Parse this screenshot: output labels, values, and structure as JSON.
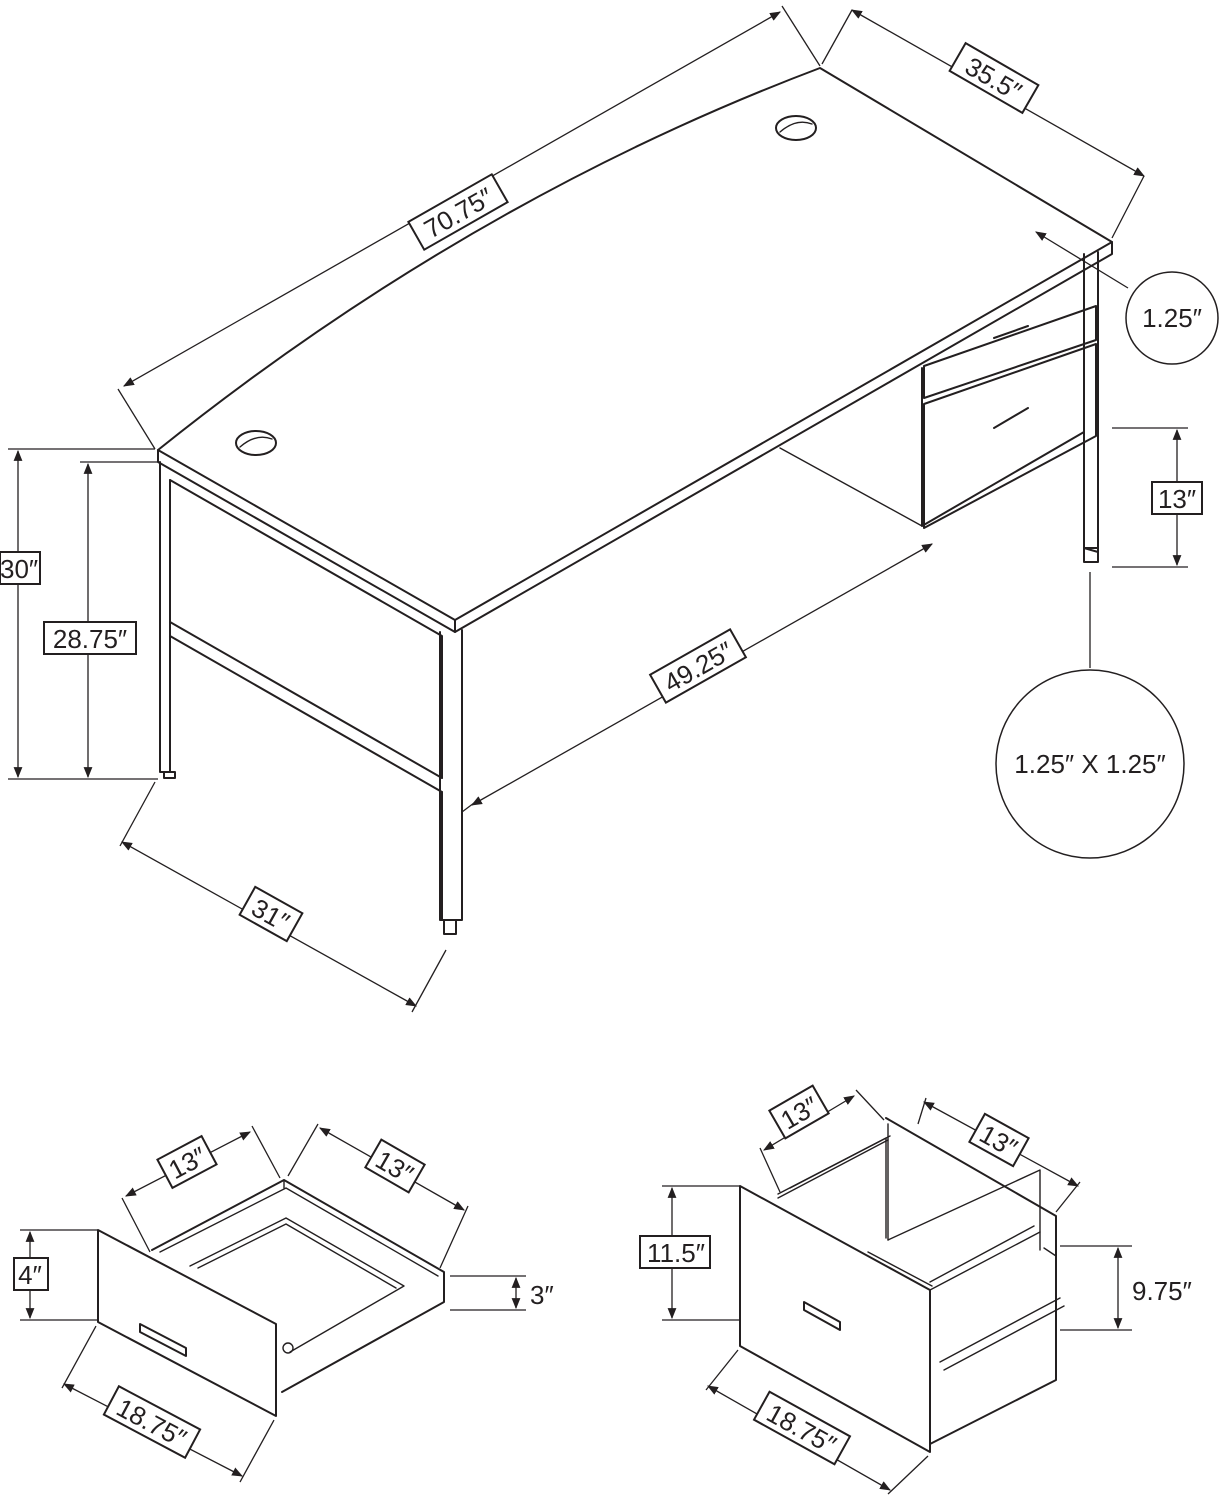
{
  "desk": {
    "width_top": "70.75″",
    "depth_top": "35.5″",
    "top_thickness": "1.25″",
    "height_total": "30″",
    "height_clearance": "28.75″",
    "knee_width": "49.25″",
    "side_depth": "31″",
    "drawer_gap": "13″",
    "leg_section": "1.25″ X 1.25″"
  },
  "small_drawer": {
    "depth_a": "13″",
    "width_b": "13″",
    "front_height": "4″",
    "box_height": "3″",
    "front_width": "18.75″"
  },
  "file_drawer": {
    "depth_a": "13″",
    "width_b": "13″",
    "front_height": "11.5″",
    "box_height": "9.75″",
    "front_width": "18.75″"
  }
}
